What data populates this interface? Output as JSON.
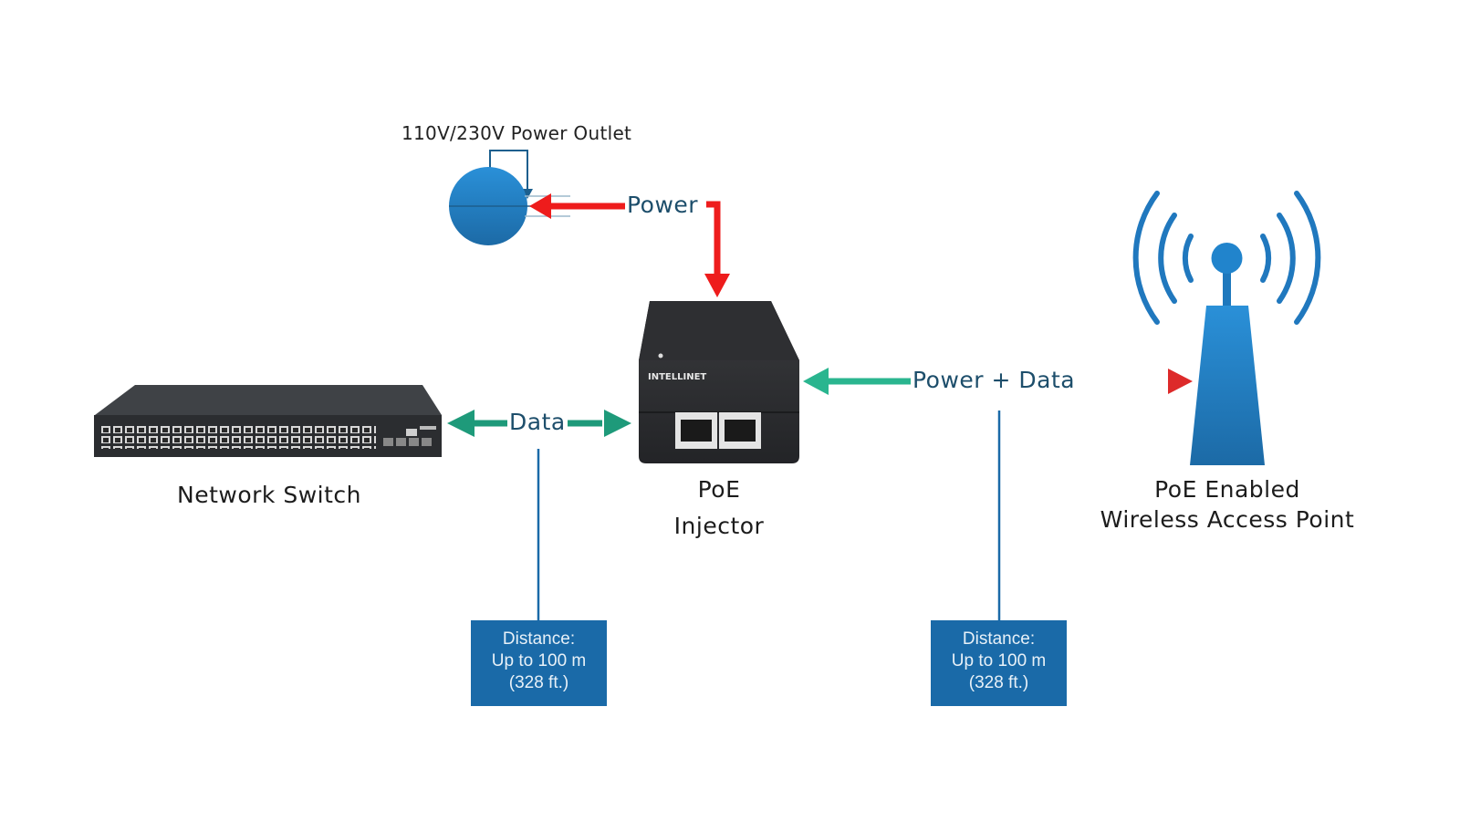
{
  "power_outlet": {
    "label": "110V/230V Power Outlet"
  },
  "flows": {
    "power": "Power",
    "data": "Data",
    "power_data": "Power + Data"
  },
  "devices": {
    "switch": {
      "label": "Network Switch"
    },
    "injector": {
      "line1": "PoE",
      "line2": "Injector",
      "brand": "INTELLINET"
    },
    "access_point": {
      "line1": "PoE Enabled",
      "line2": "Wireless Access Point"
    }
  },
  "distance_boxes": [
    {
      "line1": "Distance:",
      "line2": "Up to 100 m",
      "line3": "(328 ft.)"
    },
    {
      "line1": "Distance:",
      "line2": "Up to 100 m",
      "line3": "(328 ft.)"
    }
  ],
  "colors": {
    "power_arrow": "#ee1c1c",
    "data_arrow": "#1e9a7a",
    "poe_arrow_left": "#2ab58f",
    "poe_arrow_right": "#d62f2f",
    "blue": "#1a6aa8"
  }
}
